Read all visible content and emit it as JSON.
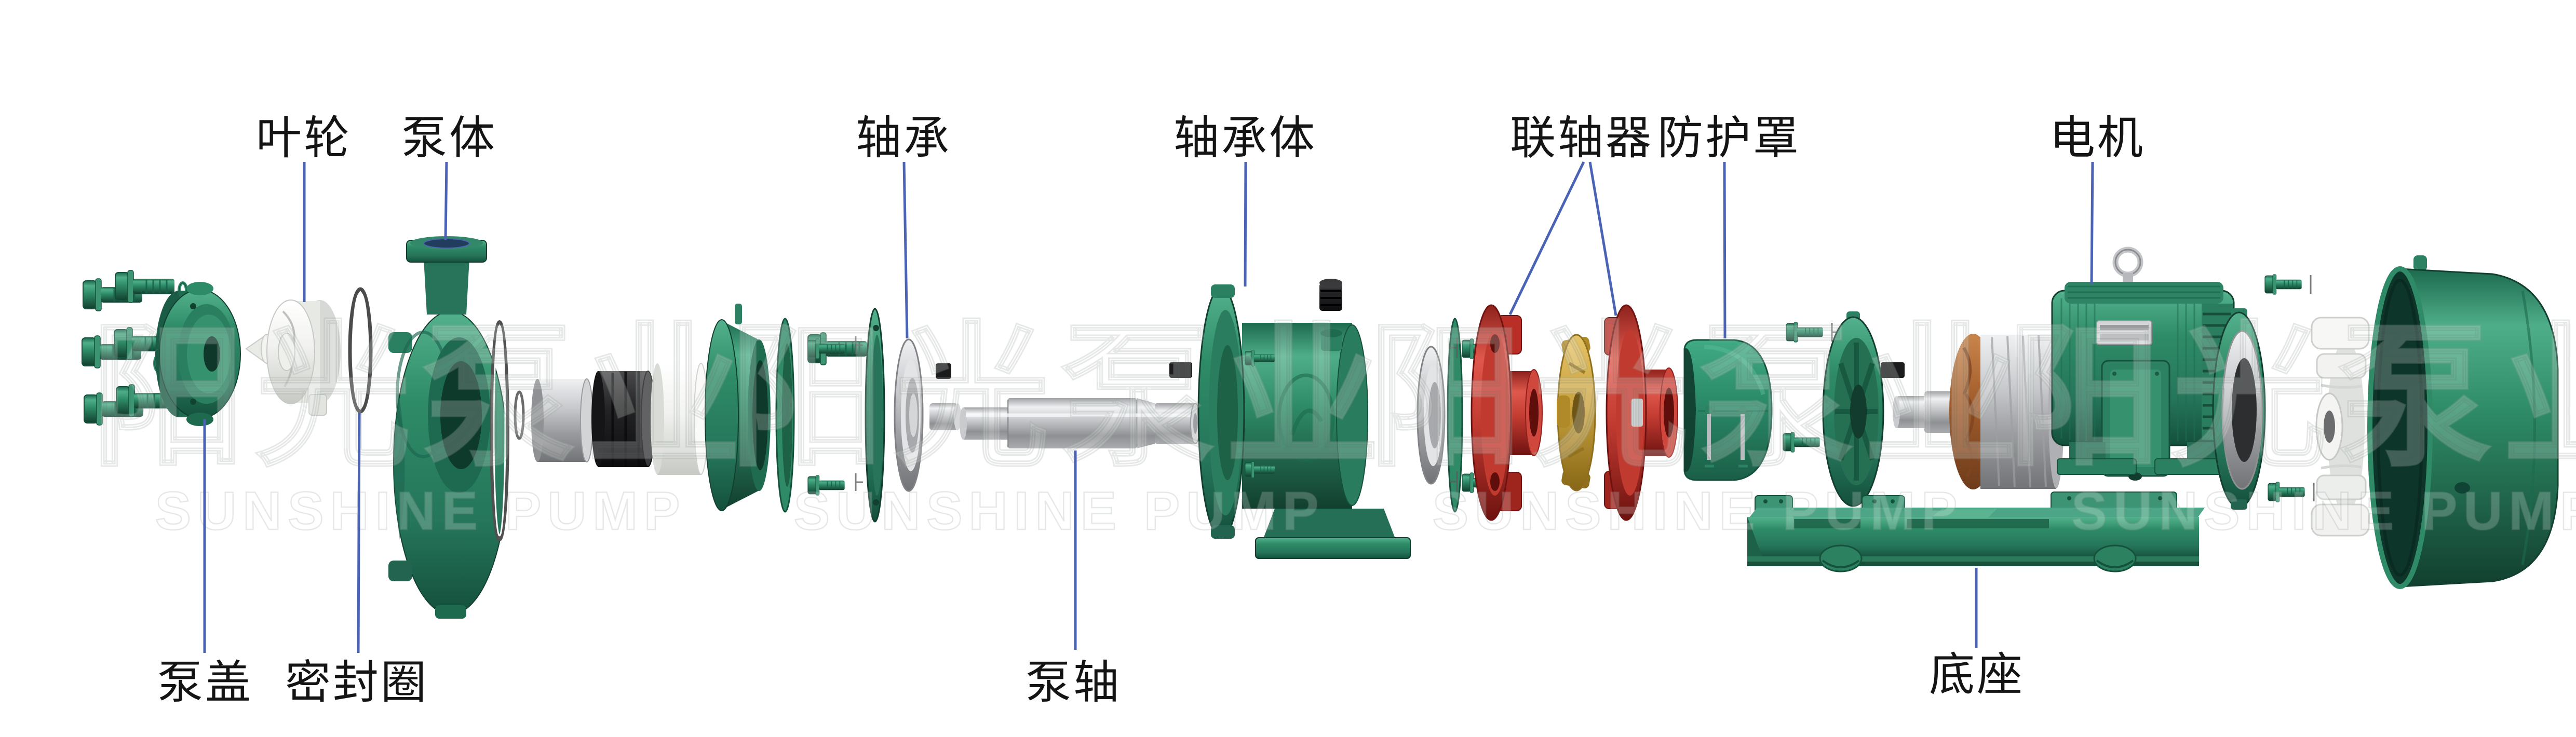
{
  "diagram_type": "pump-exploded-view",
  "background": "#ffffff",
  "watermark": {
    "cn": "阳光泵业",
    "en": "SUNSHINE PUMP"
  },
  "labels": {
    "impeller": "叶轮",
    "pump_body": "泵体",
    "bearing": "轴承",
    "bearing_housing": "轴承体",
    "coupling": "联轴器",
    "guard": "防护罩",
    "motor": "电机",
    "pump_cover": "泵盖",
    "seal_ring": "密封圈",
    "pump_shaft": "泵轴",
    "base": "底座"
  },
  "colors": {
    "leader": "#4a63b5",
    "label": "#141414",
    "green": "#2e8b67",
    "green_dark": "#17604a",
    "green_light": "#4fae8a",
    "red": "#c23b31",
    "gold": "#c9a23f",
    "silver": "#c9cbcd",
    "copper": "#a55f2d",
    "white_part": "#f2f2f0"
  }
}
